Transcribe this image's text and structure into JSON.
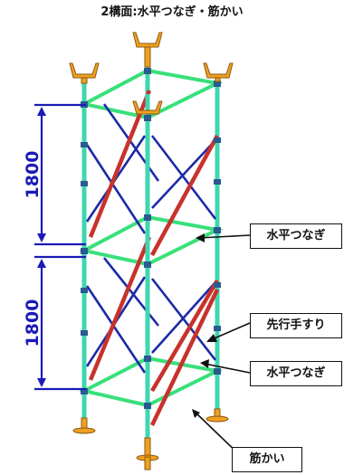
{
  "title": "2構面:水平つなぎ・筋かい",
  "dimensions": {
    "upper": "1800",
    "lower": "1800",
    "color": "#1a1ab8"
  },
  "callouts": {
    "horizontal_tie_upper": "水平つなぎ",
    "advance_handrail": "先行手すり",
    "horizontal_tie_lower": "水平つなぎ",
    "brace": "筋かい"
  },
  "colors": {
    "vertical_post": "#3fd6b0",
    "horizontal_tie": "#38e07a",
    "brace_blue": "#1c2aa8",
    "handrail_red": "#c8322c",
    "jack_base": "#f0a020",
    "clamp": "#2a5a90"
  }
}
